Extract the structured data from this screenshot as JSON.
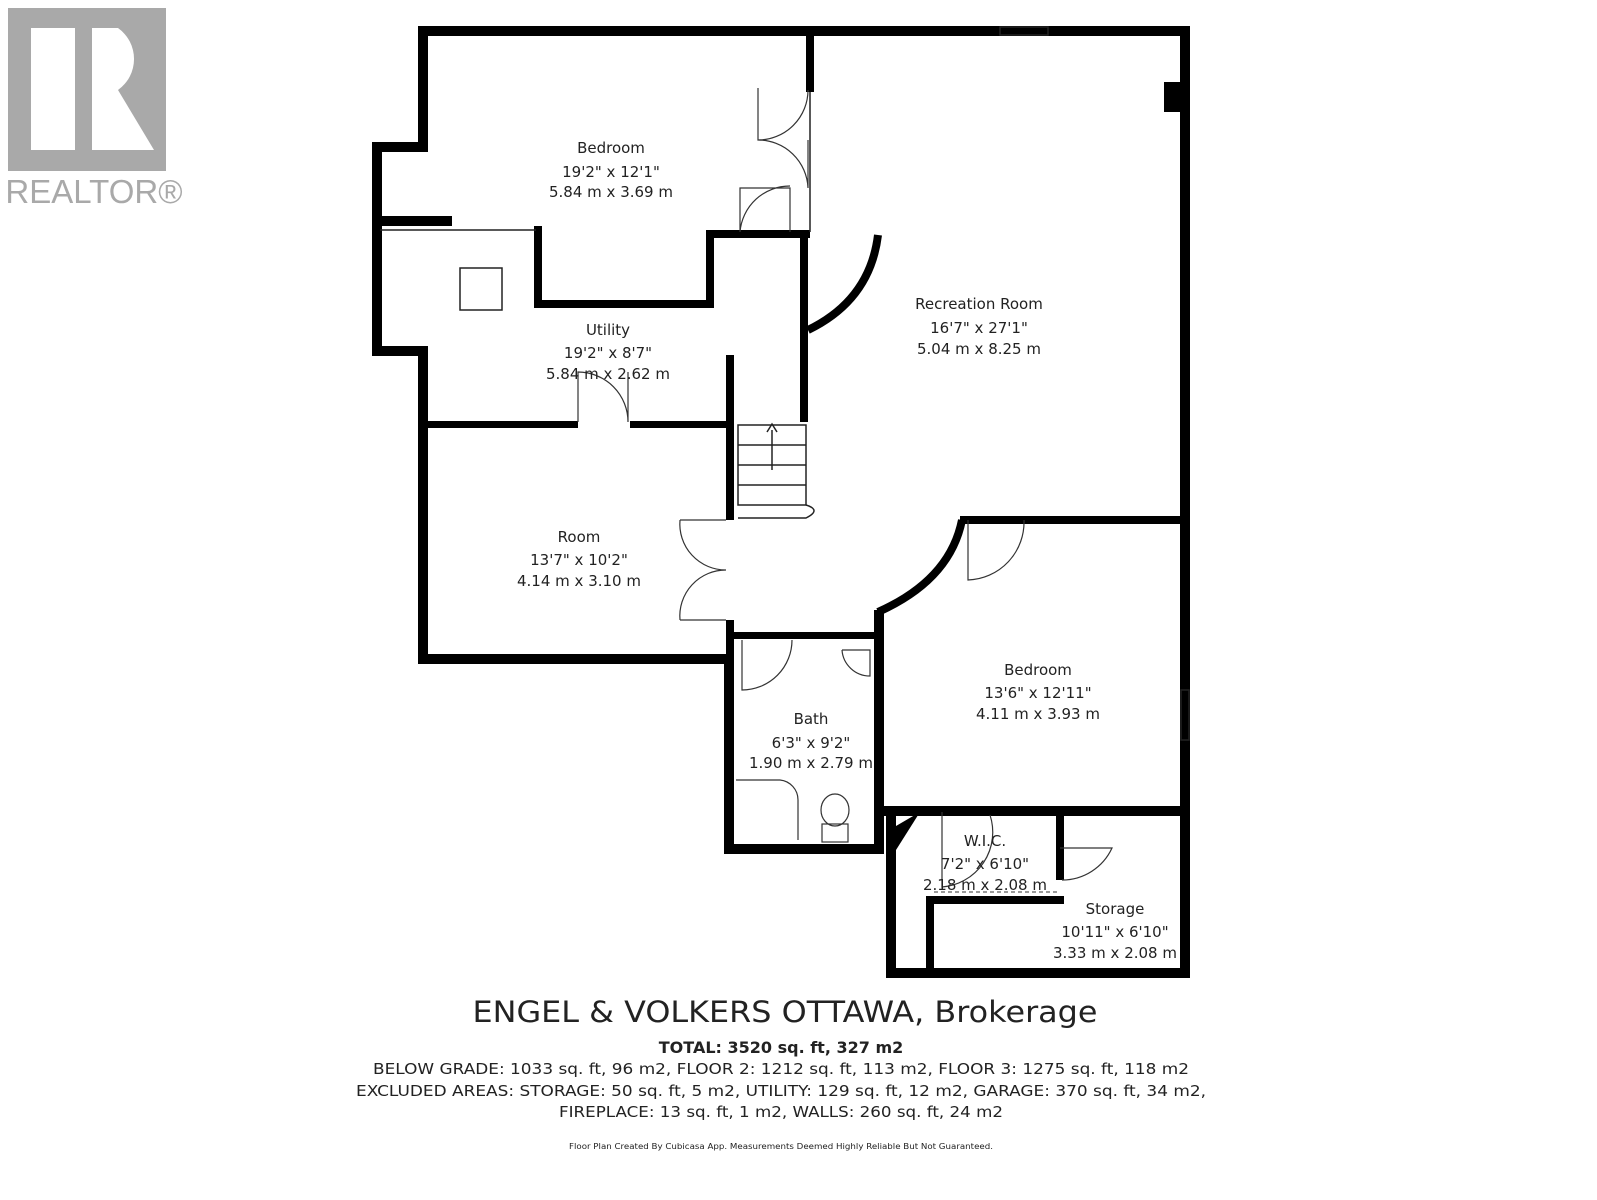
{
  "logo": {
    "text": "REALTOR®",
    "color": "#a9a9a9"
  },
  "rooms": [
    {
      "name": "Bedroom",
      "imperial": "19'2\" x 12'1\"",
      "metric": "5.84 m x 3.69 m"
    },
    {
      "name": "Recreation Room",
      "imperial": "16'7\" x 27'1\"",
      "metric": "5.04 m x 8.25 m"
    },
    {
      "name": "Utility",
      "imperial": "19'2\" x 8'7\"",
      "metric": "5.84 m x 2.62 m"
    },
    {
      "name": "Room",
      "imperial": "13'7\" x 10'2\"",
      "metric": "4.14 m x 3.10 m"
    },
    {
      "name": "Bedroom",
      "imperial": "13'6\" x 12'11\"",
      "metric": "4.11 m x 3.93 m"
    },
    {
      "name": "Bath",
      "imperial": "6'3\" x 9'2\"",
      "metric": "1.90 m x 2.79 m"
    },
    {
      "name": "W.I.C.",
      "imperial": "7'2\" x 6'10\"",
      "metric": "2.18 m x 2.08 m"
    },
    {
      "name": "Storage",
      "imperial": "10'11\" x 6'10\"",
      "metric": "3.33 m x 2.08 m"
    }
  ],
  "summary": {
    "total": "TOTAL: 3520 sq. ft, 327 m2",
    "line1": "BELOW GRADE: 1033 sq. ft, 96 m2, FLOOR 2: 1212 sq. ft, 113 m2, FLOOR 3: 1275 sq. ft, 118 m2",
    "line2": "EXCLUDED AREAS: STORAGE: 50 sq. ft, 5 m2, UTILITY: 129 sq. ft, 12 m2, GARAGE: 370 sq. ft, 34 m2,",
    "line3": "FIREPLACE: 13 sq. ft, 1 m2, WALLS: 260 sq. ft, 24 m2",
    "credit": "Floor Plan Created By Cubicasa App. Measurements Deemed Highly Reliable But Not Guaranteed."
  },
  "watermark": "ENGEL & VOLKERS OTTAWA, Brokerage"
}
